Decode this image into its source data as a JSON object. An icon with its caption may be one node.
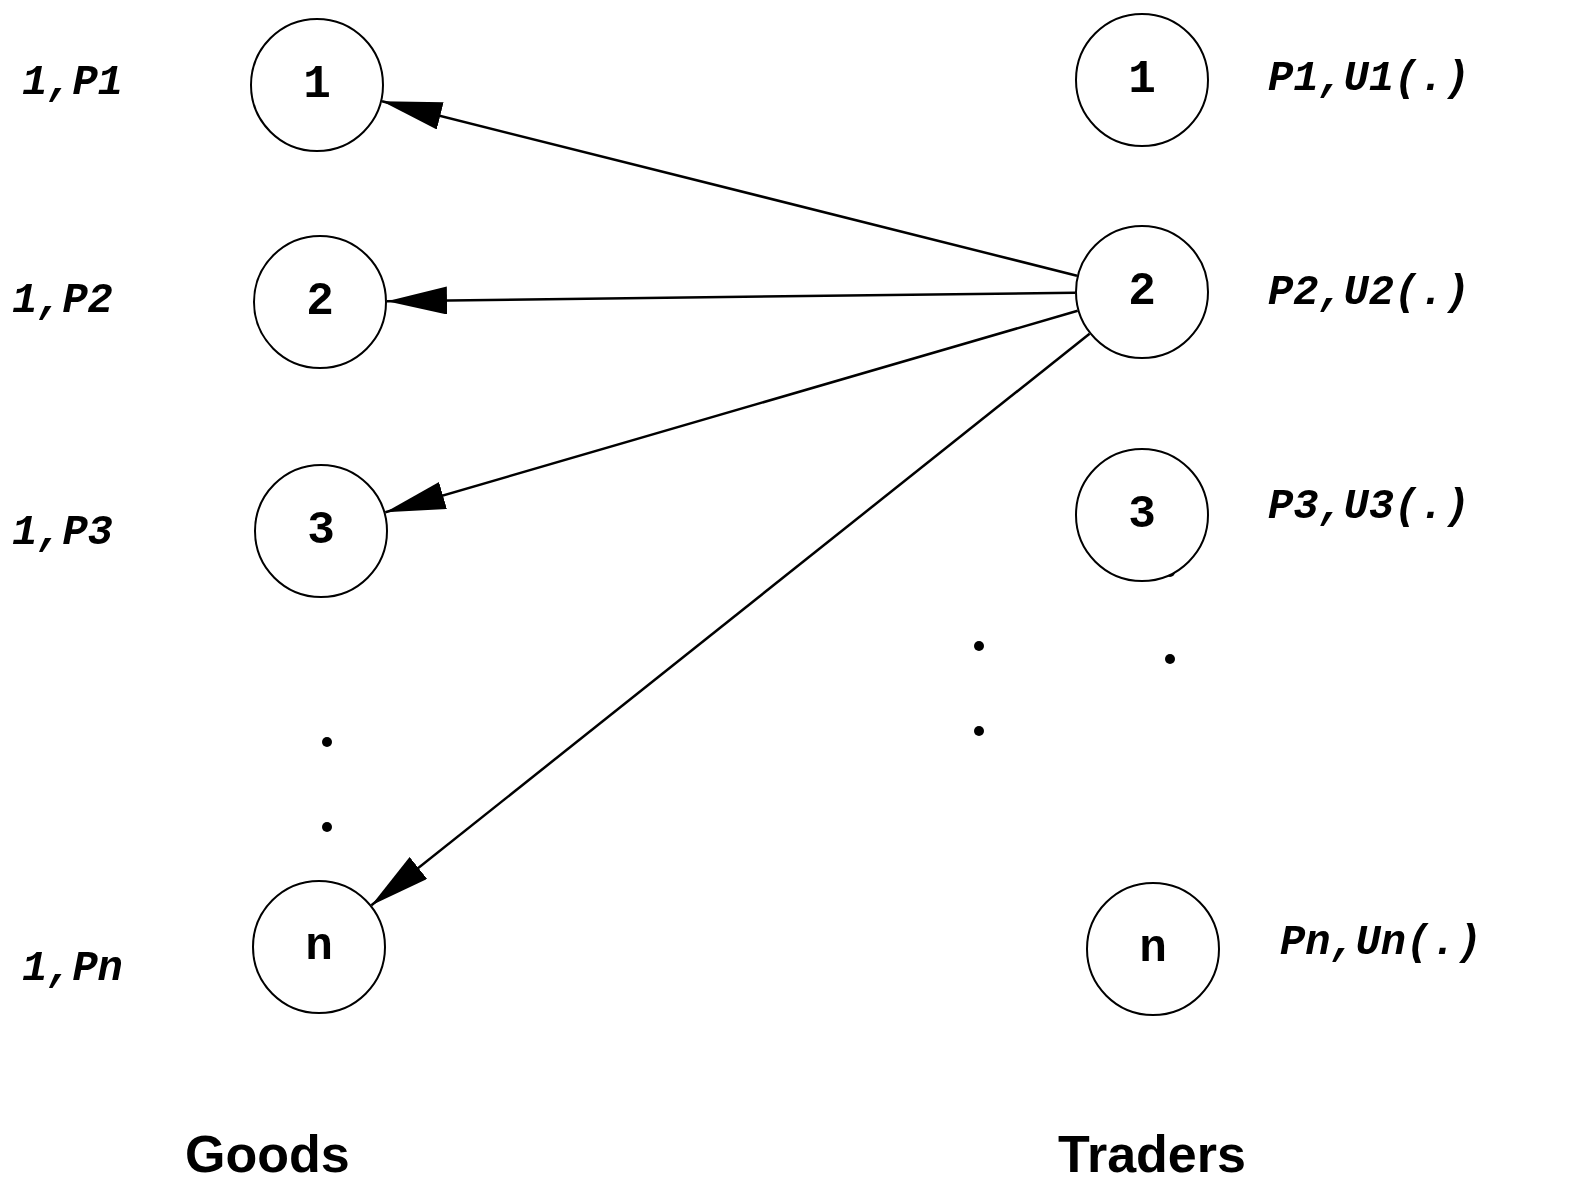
{
  "diagram": {
    "nodes": [
      {
        "text": [
          "1"
        ],
        "beside": [
          "1,P1"
        ]
      },
      {
        "text": [
          "2"
        ],
        "beside": [
          "1,P2"
        ]
      },
      {
        "text": [
          "3"
        ],
        "beside": [
          "1,P3"
        ]
      },
      {
        "text": [
          "n"
        ],
        "beside": [
          "1,Pn"
        ]
      },
      {
        "text": [
          "1"
        ],
        "beside": [
          "P1,U1(.)"
        ]
      },
      {
        "text": [
          "2"
        ],
        "beside": [
          "P2,U2(.)"
        ]
      },
      {
        "text": [
          "3"
        ],
        "beside": [
          "P3,U3(.)"
        ]
      },
      {
        "text": [
          "n"
        ],
        "beside": [
          "Pn,Un(.)"
        ]
      }
    ],
    "edges": [
      {
        "from": 5,
        "to": 0,
        "arrow": "to"
      },
      {
        "from": 5,
        "to": 1,
        "arrow": "to"
      },
      {
        "from": 5,
        "to": 2,
        "arrow": "to"
      },
      {
        "from": 5,
        "to": 3,
        "arrow": "to"
      }
    ],
    "labels": [
      "Goods",
      "Traders"
    ]
  }
}
